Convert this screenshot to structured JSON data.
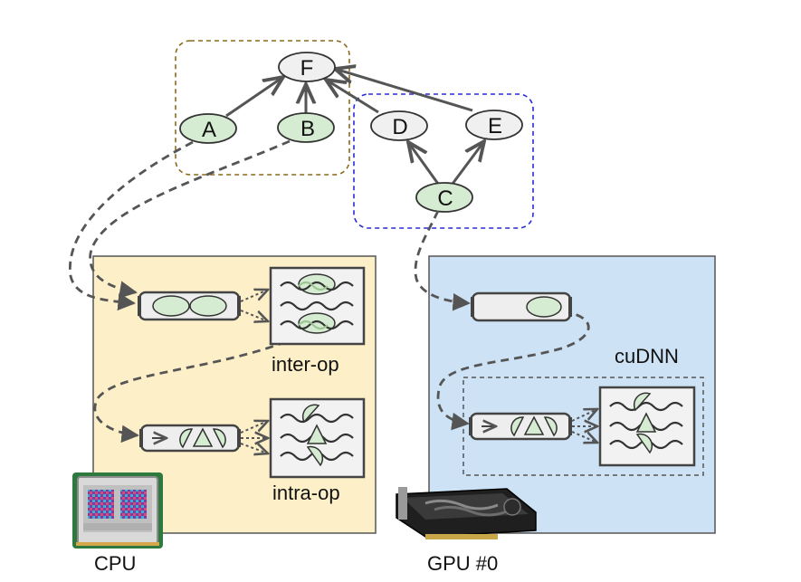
{
  "graph": {
    "nodes": {
      "F": "F",
      "A": "A",
      "B": "B",
      "D": "D",
      "E": "E",
      "C": "C"
    }
  },
  "cpu": {
    "inter_label": "inter-op",
    "intra_label": "intra-op",
    "device_label": "CPU"
  },
  "gpu": {
    "cudnn_label": "cuDNN",
    "device_label": "GPU #0"
  },
  "colors": {
    "cpu_panel": "#fdefc8",
    "gpu_panel": "#cde2f4",
    "group_brown": "#8a6a1a",
    "group_blue": "#2a2adc",
    "active_node": "#d6ecd2",
    "inactive_node": "#f0f0f0",
    "edge": "#555555"
  }
}
